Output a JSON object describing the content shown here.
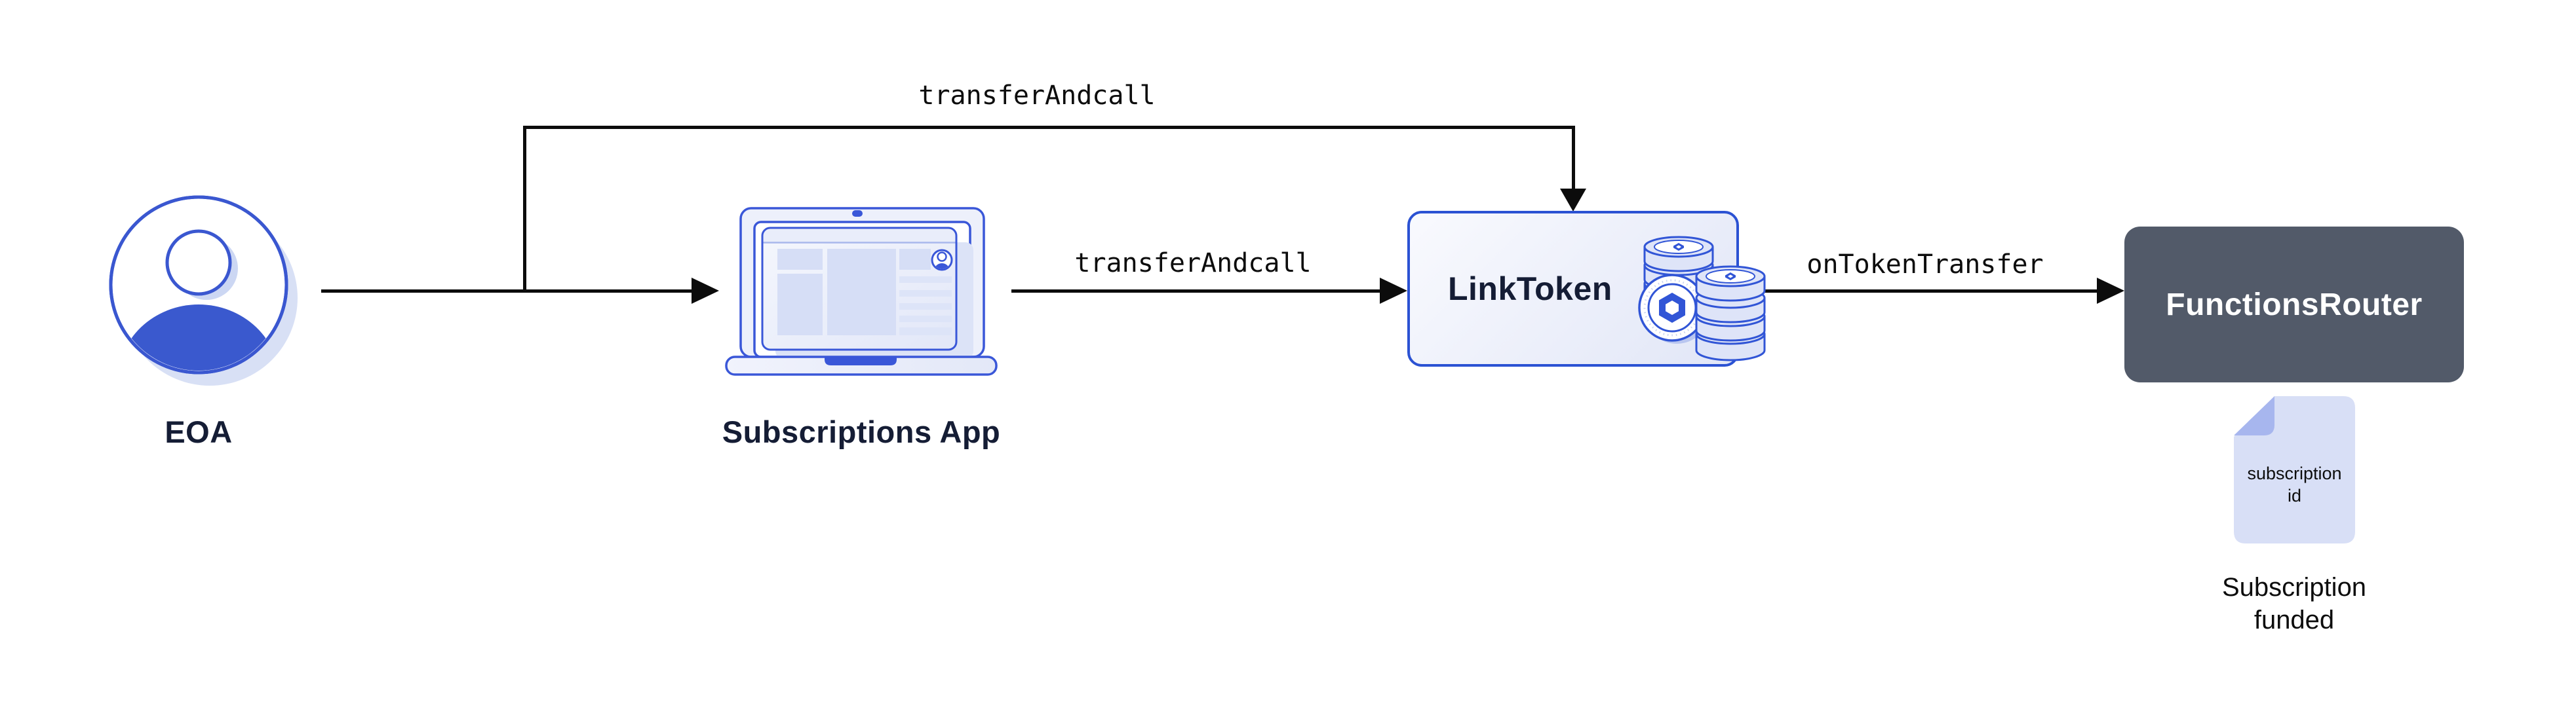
{
  "diagram": {
    "nodes": {
      "eoa": {
        "label": "EOA",
        "icon": "person-avatar-icon"
      },
      "subscriptions_app": {
        "label": "Subscriptions App",
        "icon": "laptop-browser-icon"
      },
      "link_token": {
        "label": "LinkToken",
        "icon": "link-coin-stack-icon"
      },
      "functions_router": {
        "label": "FunctionsRouter"
      },
      "subscription_doc": {
        "icon": "document-icon",
        "line1": "subscription",
        "line2": "id"
      },
      "result_caption": {
        "line1": "Subscription",
        "line2": "funded"
      }
    },
    "edges": {
      "eoa_to_linktoken_label": "transferAndcall",
      "app_to_linktoken_label": "transferAndcall",
      "linktoken_to_router_label": "onTokenTransfer"
    },
    "colors": {
      "accent_blue": "#3a57d8",
      "royal_blue": "#2b52d3",
      "dark_navy": "#151d35",
      "router_slate": "#525a69",
      "light_fill": "#d8dff6",
      "doc_fold": "#a7b6ee",
      "edge_black": "#0c0c0c"
    }
  }
}
